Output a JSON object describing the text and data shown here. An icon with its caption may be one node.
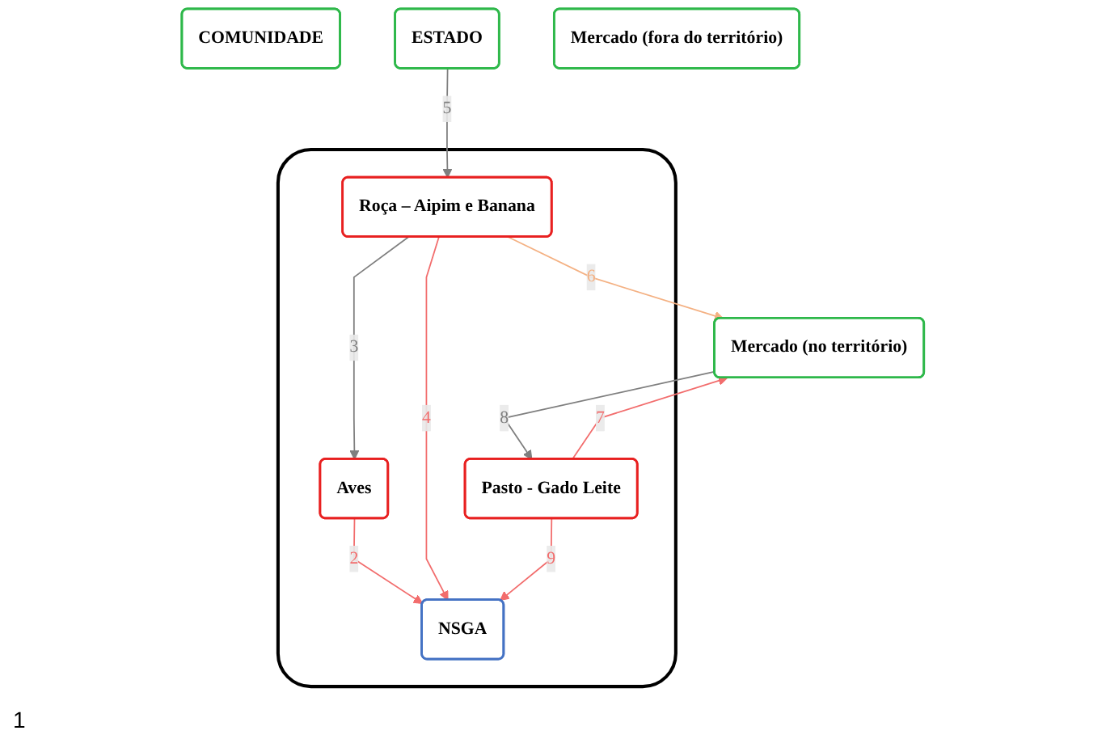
{
  "diagram": {
    "nodes": [
      {
        "text": [],
        "shape": "box"
      },
      {
        "text": [
          "Aves"
        ],
        "in": 0
      },
      {
        "text": [
          "NSGA"
        ],
        "in": 0
      },
      {
        "text": [
          "Roça – Aipim e Banana"
        ],
        "in": 0
      },
      {
        "text": [
          "Pasto - Gado Leite"
        ],
        "in": 0
      },
      {
        "text": [
          "COMUNIDADE"
        ]
      },
      {
        "text": [
          "ESTADO"
        ]
      },
      {
        "text": [
          "Mercado (no território)"
        ]
      },
      {
        "text": [
          "Mercado (fora do território)"
        ]
      }
    ],
    "edges": [
      {
        "from": 1,
        "to": 2,
        "arrow": "to",
        "label": "2"
      },
      {
        "from": 3,
        "to": 1,
        "arrow": "to",
        "label": "3",
        "color": "#7f7f7f"
      },
      {
        "from": 3,
        "to": 2,
        "arrow": "to",
        "label": "4"
      },
      {
        "from": 6,
        "to": 3,
        "arrow": "to",
        "label": "5",
        "color": "#7f7f7f"
      },
      {
        "from": 3,
        "to": 7,
        "arrow": "to",
        "label": "6",
        "color": "#f4b183"
      },
      {
        "from": 4,
        "to": 7,
        "arrow": "to",
        "label": "7"
      },
      {
        "from": 7,
        "to": 4,
        "arrow": "to",
        "label": "8",
        "color": "#7f7f7f"
      },
      {
        "from": 4,
        "to": 2,
        "arrow": "to",
        "label": "9"
      }
    ],
    "labels": [
      "1"
    ]
  }
}
